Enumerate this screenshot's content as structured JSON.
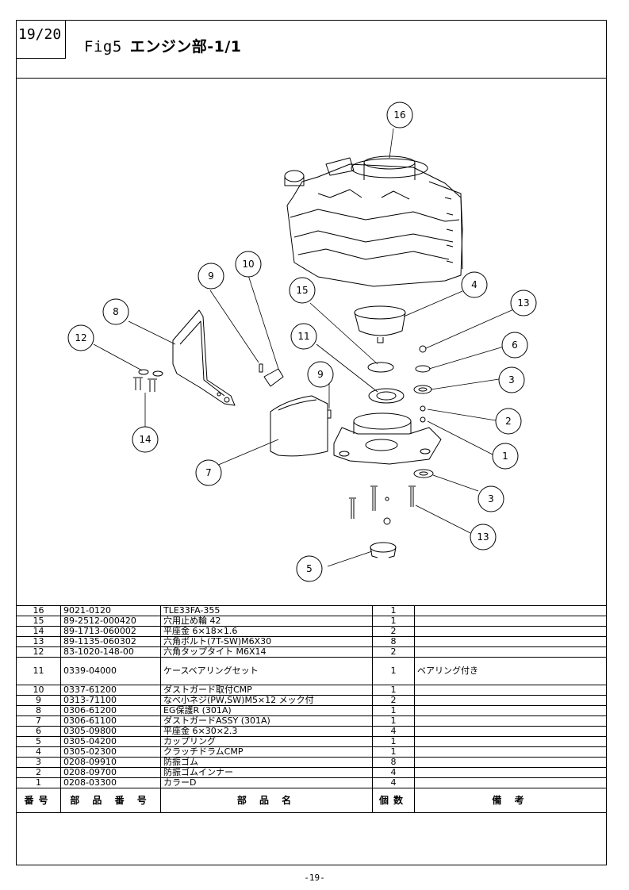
{
  "page_label": "19/20",
  "figure": {
    "fig": "Fig5",
    "name": "エンジン部-1/1"
  },
  "callouts": [
    {
      "num": "16"
    },
    {
      "num": "4"
    },
    {
      "num": "13"
    },
    {
      "num": "6"
    },
    {
      "num": "3"
    },
    {
      "num": "2"
    },
    {
      "num": "1"
    },
    {
      "num": "3"
    },
    {
      "num": "13"
    },
    {
      "num": "5"
    },
    {
      "num": "15"
    },
    {
      "num": "11"
    },
    {
      "num": "9"
    },
    {
      "num": "10"
    },
    {
      "num": "9"
    },
    {
      "num": "8"
    },
    {
      "num": "12"
    },
    {
      "num": "14"
    },
    {
      "num": "7"
    }
  ],
  "table": {
    "header": {
      "no": "番号",
      "part_no": "部 品 番 号",
      "name": "部 品 名",
      "qty": "個数",
      "remarks": "備 考"
    },
    "rows": [
      {
        "no": "16",
        "part_no": "9021-0120",
        "name": "TLE33FA-355",
        "qty": "1",
        "remarks": ""
      },
      {
        "no": "15",
        "part_no": "89-2512-000420",
        "name": "穴用止め輪 42",
        "qty": "1",
        "remarks": ""
      },
      {
        "no": "14",
        "part_no": "89-1713-060002",
        "name": "平座金 6×18×1.6",
        "qty": "2",
        "remarks": ""
      },
      {
        "no": "13",
        "part_no": "89-1135-060302",
        "name": "六角ボルト(7T-SW)M6X30",
        "qty": "8",
        "remarks": ""
      },
      {
        "no": "12",
        "part_no": "83-1020-148-00",
        "name": "六角タップタイト M6X14",
        "qty": "2",
        "remarks": ""
      },
      {
        "no": "11",
        "part_no": "0339-04000",
        "name": "ケースベアリングセット",
        "qty": "1",
        "remarks": "ベアリング付き"
      },
      {
        "no": "10",
        "part_no": "0337-61200",
        "name": "ダストガード取付CMP",
        "qty": "1",
        "remarks": ""
      },
      {
        "no": "9",
        "part_no": "0313-71100",
        "name": "なべ小ネジ(PW,SW)M5×12 メック付",
        "qty": "2",
        "remarks": ""
      },
      {
        "no": "8",
        "part_no": "0306-61200",
        "name": "EG保護R (301A)",
        "qty": "1",
        "remarks": ""
      },
      {
        "no": "7",
        "part_no": "0306-61100",
        "name": "ダストガードASSY (301A)",
        "qty": "1",
        "remarks": ""
      },
      {
        "no": "6",
        "part_no": "0305-09800",
        "name": "平座金 6×30×2.3",
        "qty": "4",
        "remarks": ""
      },
      {
        "no": "5",
        "part_no": "0305-04200",
        "name": "カップリング",
        "qty": "1",
        "remarks": ""
      },
      {
        "no": "4",
        "part_no": "0305-02300",
        "name": "クラッチドラムCMP",
        "qty": "1",
        "remarks": ""
      },
      {
        "no": "3",
        "part_no": "0208-09910",
        "name": "防振ゴム",
        "qty": "8",
        "remarks": ""
      },
      {
        "no": "2",
        "part_no": "0208-09700",
        "name": "防振ゴムインナー",
        "qty": "4",
        "remarks": ""
      },
      {
        "no": "1",
        "part_no": "0208-03300",
        "name": "カラーD",
        "qty": "4",
        "remarks": ""
      }
    ]
  },
  "footer": "-19-"
}
